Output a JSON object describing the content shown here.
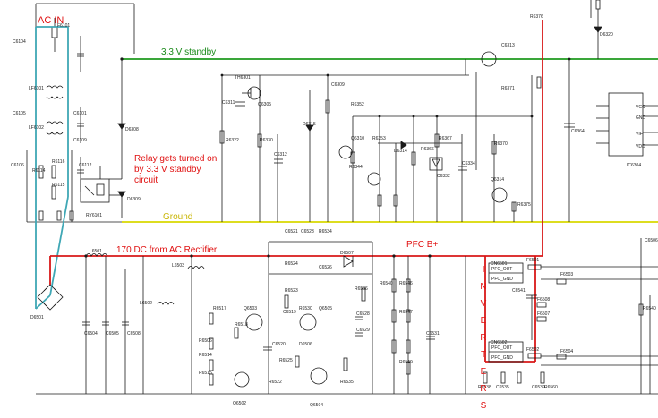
{
  "annotations": {
    "ac_in": "AC IN",
    "standby": "3.3 V standby",
    "relay_note_1": "Relay gets turned on",
    "relay_note_2": "by 3.3 V standby",
    "relay_note_3": "circuit",
    "ground": "Ground",
    "dc170": "170 DC from AC Rectifier",
    "pfc": "PFC B+",
    "inverters": "INVERTERS"
  },
  "colors": {
    "wire": "#1a1a1a",
    "ac_in_wire": "#3fa7b5",
    "standby_line": "#1e9a1e",
    "ground_line": "#d8d800",
    "dc_line": "#d81818",
    "annotation_red": "#e01010",
    "annotation_green": "#1a8a1a",
    "annotation_yellow": "#c8b400",
    "annotation_blue_text": "#0a2a9a"
  },
  "components": {
    "C6104": "C6104",
    "F6101": "F6101",
    "LF6101": "LF6101",
    "LF6102": "LF6102",
    "C6105": "C6105",
    "C6101": "C6101",
    "C6109": "C6109",
    "C6112": "C6112",
    "R6114": "R6114",
    "R6116": "R6116",
    "R6115": "R6115",
    "C6106": "C6106",
    "RY6101": "RY6101",
    "D6309": "D6309",
    "D6308": "D6308",
    "D6501": "D6501",
    "L6501": "L6501",
    "L6502": "L6502",
    "L6503": "L6503",
    "C6504": "C6504",
    "C6505": "C6505",
    "C6508": "C6508",
    "R6517": "R6517",
    "Q6503": "Q6503",
    "R6518": "R6518",
    "R6506": "R6506",
    "R6514": "R6514",
    "R6515": "R6515",
    "Q6502": "Q6502",
    "R6523": "R6523",
    "C6519": "C6519",
    "C6520": "C6520",
    "R6525": "R6525",
    "R6522": "R6522",
    "R6530": "R6530",
    "Q6505": "Q6505",
    "R6506b": "D6506",
    "Q6504": "Q6504",
    "R6535": "R6535",
    "R6536": "R6536",
    "C6528": "C6528",
    "C6529": "C6529",
    "R6540": "R6540",
    "R6546": "R6546",
    "R6547": "R6547",
    "R6549": "R6549",
    "C6531": "C6531",
    "C6521": "C6521",
    "C6523": "C6523",
    "R6534": "R6534",
    "R6524": "R6524",
    "C6526": "C6526",
    "D6507": "D6507",
    "T6301": "TH6301",
    "C6311": "C6311",
    "Q6305": "Q6305",
    "R6322": "R6322",
    "R6330": "R6330",
    "C6309": "C6309",
    "D6315": "D6315",
    "C6312": "C6312",
    "Q6310": "Q6310",
    "R6344": "R6344",
    "R6352": "R6352",
    "R6353": "R6353",
    "D6314": "D6314",
    "R6366": "R6366",
    "R6367": "R6367",
    "C6332": "C6332",
    "R6370": "R6370",
    "C6334": "C6334",
    "Q6314": "Q6314",
    "R6375": "R6375",
    "C6364": "C6364",
    "IC6304": "IC6304",
    "R6371": "R6371",
    "C6313": "C6313",
    "R6376": "R6376",
    "D6320": "D6320",
    "CN6501": "CN6501",
    "CN6502": "CN6502",
    "F6501": "F6501",
    "F6502": "F6502",
    "F6503": "F6503",
    "F6504": "F6504",
    "C6541": "C6541",
    "F6507": "F6507",
    "F6508": "F6508",
    "R6538": "R6538",
    "C6535": "C6535",
    "C6539": "C6539",
    "R6560": "R6560",
    "C6506": "C6506",
    "R6560b": "R6540",
    "PFC_OUT": "PFC_OUT",
    "PFC_GND": "PFC_GND",
    "VCC": "VCC",
    "GND": "GND",
    "VIF": "VIF",
    "VDD": "VDD"
  }
}
